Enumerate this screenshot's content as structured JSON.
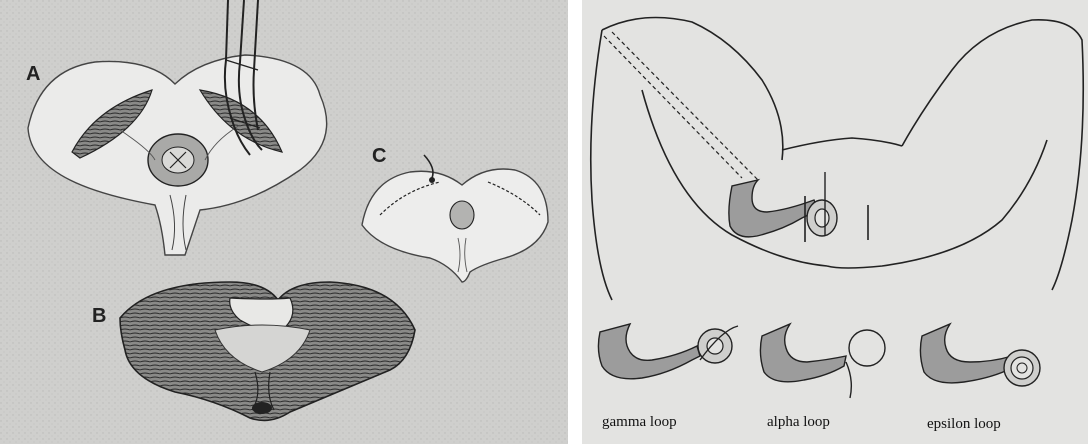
{
  "left_panel": {
    "labels": {
      "a": "A",
      "b": "B",
      "c": "C"
    }
  },
  "right_panel": {
    "loops": [
      {
        "caption": "gamma loop"
      },
      {
        "caption": "alpha loop"
      },
      {
        "caption": "epsilon loop"
      }
    ]
  },
  "colors": {
    "left_background": "#cfcfcd",
    "right_background": "#e3e3e1",
    "loop_fill": "#9c9c9c",
    "line": "#222222"
  },
  "icons": {
    "labeled": [
      "forceps-icon",
      "suture-needle-icon"
    ]
  }
}
